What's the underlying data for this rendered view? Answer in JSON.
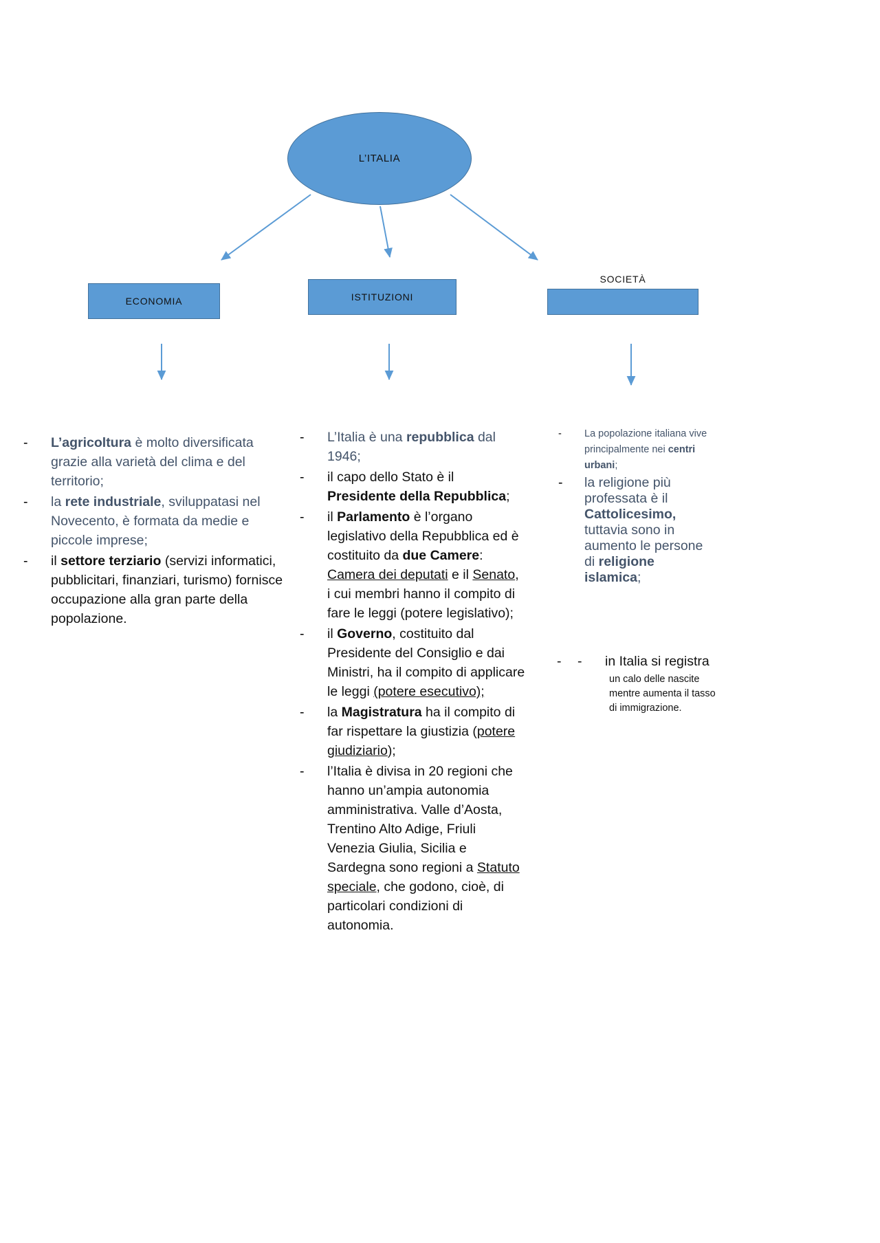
{
  "diagram": {
    "title": "L'ITALIA concept map",
    "colors": {
      "node_fill": "#5B9BD5",
      "node_border": "#41719C",
      "arrow": "#5B9BD5",
      "text_slate": "#44546A",
      "text_black": "#111111",
      "background": "#FFFFFF"
    },
    "root": {
      "label": "L’ITALIA",
      "shape": "ellipse"
    },
    "categories": [
      {
        "id": "economia",
        "label": "ECONOMIA",
        "shape": "rectangle"
      },
      {
        "id": "istituzioni",
        "label": "ISTITUZIONI",
        "shape": "rectangle"
      },
      {
        "id": "societa",
        "label": "SOCIETÀ",
        "shape": "rectangle"
      }
    ],
    "bullet_marker": "-"
  },
  "columns": {
    "economia": {
      "items": [
        {
          "tone": "slate",
          "runs": [
            {
              "t": "L’agricoltura",
              "bold": true
            },
            {
              "t": " è molto diversificata grazie alla varietà del clima e del territorio;"
            }
          ]
        },
        {
          "tone": "slate",
          "runs": [
            {
              "t": "la "
            },
            {
              "t": "rete industriale",
              "bold": true
            },
            {
              "t": ", sviluppatasi nel Novecento, è formata da medie e piccole imprese;"
            }
          ]
        },
        {
          "tone": "black",
          "runs": [
            {
              "t": "il "
            },
            {
              "t": "settore terziario",
              "bold": true
            },
            {
              "t": " (servizi informatici, pubblicitari, finanziari, turismo) fornisce occupazione alla gran parte della popolazione."
            }
          ]
        }
      ]
    },
    "istituzioni": {
      "items": [
        {
          "tone": "slate",
          "runs": [
            {
              "t": "L’Italia è una "
            },
            {
              "t": "repubblica",
              "bold": true
            },
            {
              "t": " dal 1946;"
            }
          ]
        },
        {
          "tone": "black",
          "runs": [
            {
              "t": "il capo dello Stato è il "
            },
            {
              "t": "Presidente della Repubblica",
              "bold": true
            },
            {
              "t": ";"
            }
          ]
        },
        {
          "tone": "black",
          "runs": [
            {
              "t": "il "
            },
            {
              "t": "Parlamento",
              "bold": true
            },
            {
              "t": " è l’organo legislativo della Repubblica ed è costituito da "
            },
            {
              "t": "due Camere",
              "bold": true
            },
            {
              "t": ": "
            },
            {
              "t": "Camera dei deputati",
              "underline": true
            },
            {
              "t": " e il "
            },
            {
              "t": "Senato",
              "underline": true
            },
            {
              "t": ", i cui membri hanno il compito di fare le leggi (potere legislativo);"
            }
          ]
        },
        {
          "tone": "black",
          "runs": [
            {
              "t": "il "
            },
            {
              "t": "Governo",
              "bold": true
            },
            {
              "t": ", costituito dal Presidente del Consiglio e dai Ministri, ha il compito di applicare le leggi "
            },
            {
              "t": "(potere esecutivo);",
              "underline": true
            }
          ]
        },
        {
          "tone": "black",
          "runs": [
            {
              "t": "la "
            },
            {
              "t": "Magistratura",
              "bold": true
            },
            {
              "t": " ha il compito di far rispettare la giustizia ("
            },
            {
              "t": "potere giudiziario",
              "underline": true
            },
            {
              "t": ");"
            }
          ]
        },
        {
          "tone": "black",
          "runs": [
            {
              "t": "l’Italia è divisa in 20 regioni che hanno un’ampia autonomia amministrativa. Valle d’Aosta, Trentino Alto Adige, Friuli Venezia Giulia, Sicilia e Sardegna sono regioni a "
            },
            {
              "t": "Statuto speciale",
              "underline": true
            },
            {
              "t": ", che godono, cioè, di particolari condizioni di autonomia."
            }
          ]
        }
      ]
    },
    "societa": {
      "items": [
        {
          "tone": "slate",
          "size": "small",
          "runs": [
            {
              "t": "La popolazione italiana vive principalmente nei "
            },
            {
              "t": "centri urbani",
              "bold": true
            },
            {
              "t": ";"
            }
          ]
        },
        {
          "tone": "slate",
          "size": "large",
          "runs": [
            {
              "t": "la religione più professata è il "
            },
            {
              "t": "Cattolicesimo,",
              "bold": true
            },
            {
              "t": " tuttavia sono in aumento le persone di "
            },
            {
              "t": "religione islamica",
              "bold": true
            },
            {
              "t": ";"
            }
          ]
        }
      ],
      "tail": {
        "dash_outer": "-",
        "dash_inner": "-",
        "line_large": "in Italia si registra",
        "line_small": "un calo delle nascite mentre aumenta il tasso di immigrazione."
      }
    }
  }
}
